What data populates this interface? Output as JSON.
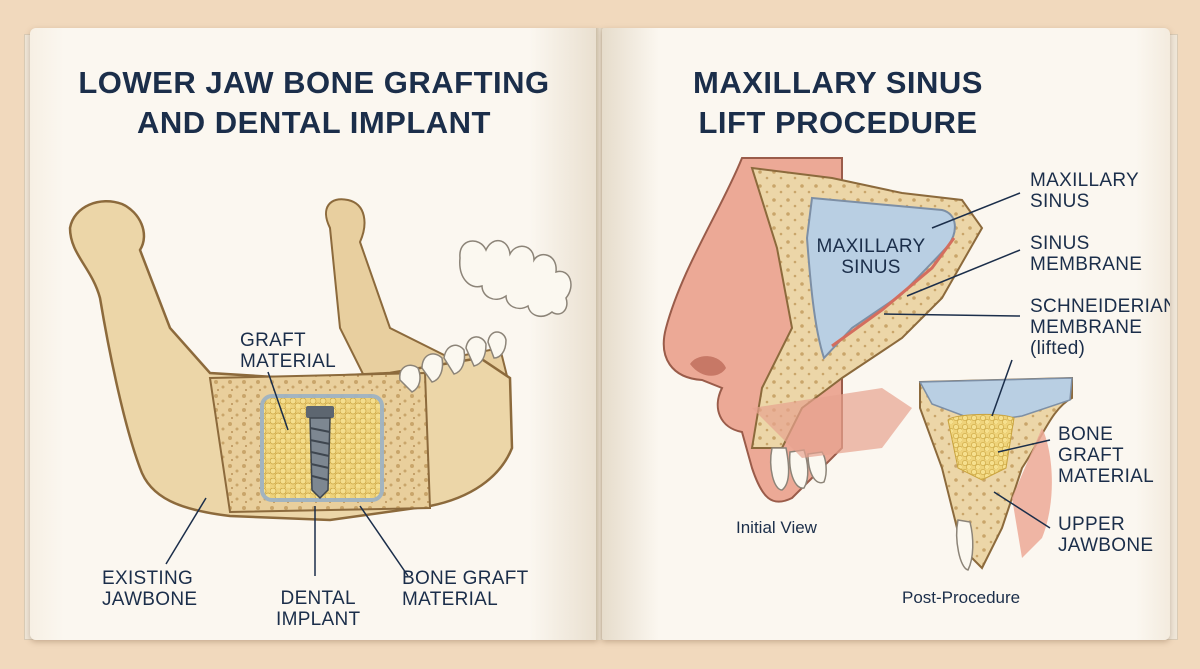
{
  "left_page": {
    "title_lines": [
      "LOWER JAW BONE GRAFTING",
      "AND DENTAL IMPLANT"
    ],
    "labels": {
      "graft_material": [
        "GRAFT",
        "MATERIAL"
      ],
      "existing_jawbone": [
        "EXISTING",
        "JAWBONE"
      ],
      "dental_implant": [
        "DENTAL",
        "IMPLANT"
      ],
      "bone_graft_material": [
        "BONE GRAFT",
        "MATERIAL"
      ]
    }
  },
  "right_page": {
    "title_lines": [
      "MAXILLARY SINUS",
      "LIFT PROCEDURE"
    ],
    "inner_label": [
      "MAXILLARY",
      "SINUS"
    ],
    "labels": {
      "maxillary_sinus": [
        "MAXILLARY",
        "SINUS"
      ],
      "sinus_membrane": [
        "SINUS",
        "MEMBRANE"
      ],
      "schneiderian_membrane": [
        "SCHNEIDERIAN",
        "MEMBRANE",
        "(lifted)"
      ],
      "bone_graft_material": [
        "BONE",
        "GRAFT",
        "MATERIAL"
      ],
      "upper_jawbone": [
        "UPPER",
        "JAWBONE"
      ]
    },
    "captions": {
      "initial_view": "Initial View",
      "post_procedure": "Post-Procedure"
    }
  },
  "colors": {
    "background": "#f1d9bd",
    "page": "#fbf6ee",
    "bone": "#ecd6a8",
    "graft": "#f1d36a",
    "sinus": "#b9cfe3",
    "skin": "#eca996",
    "text": "#1b2e4a"
  }
}
